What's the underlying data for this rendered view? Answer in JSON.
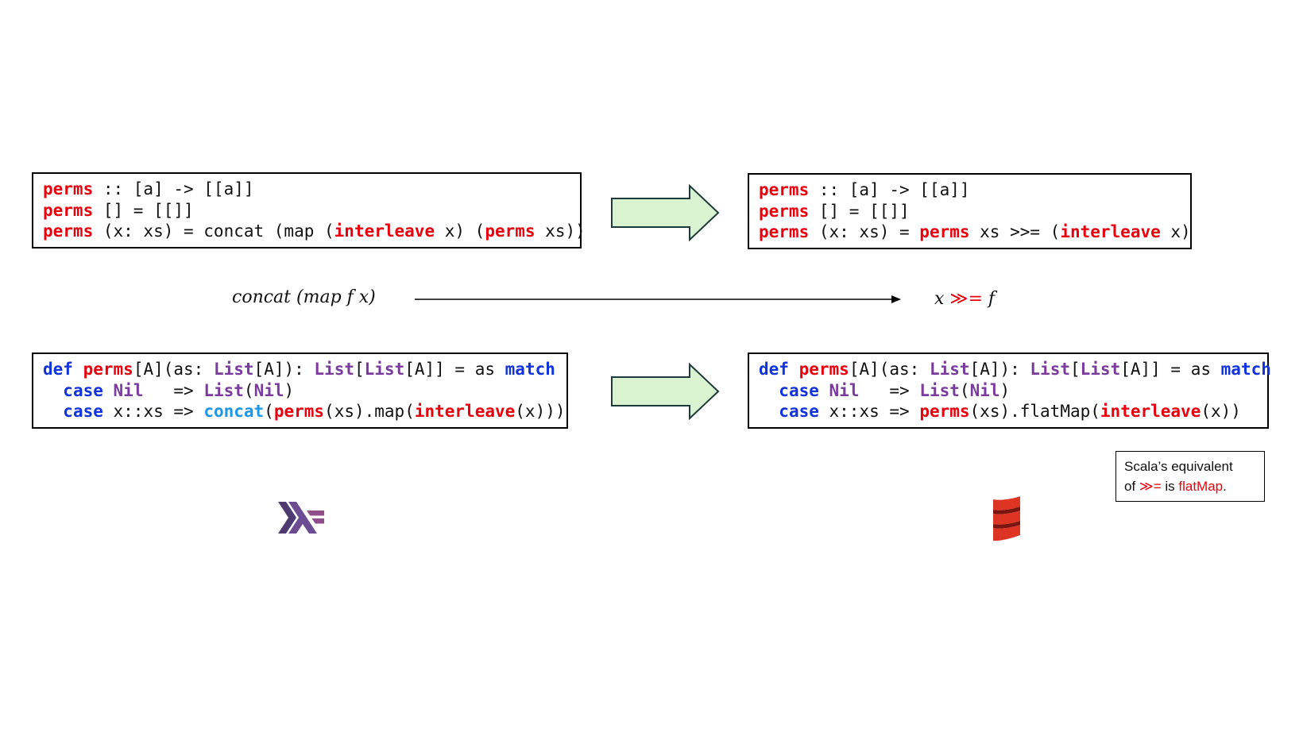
{
  "haskell_before": {
    "lines": [
      [
        {
          "t": "perms",
          "c": "red"
        },
        {
          "t": " :: [a] -> [[a]]",
          "c": "plain"
        }
      ],
      [
        {
          "t": "perms",
          "c": "red"
        },
        {
          "t": " [] = [[]]",
          "c": "plain"
        }
      ],
      [
        {
          "t": "perms",
          "c": "red"
        },
        {
          "t": " (x: xs) = concat (map (",
          "c": "plain"
        },
        {
          "t": "interleave",
          "c": "red"
        },
        {
          "t": " x) (",
          "c": "plain"
        },
        {
          "t": "perms",
          "c": "red"
        },
        {
          "t": " xs))",
          "c": "plain"
        }
      ]
    ]
  },
  "haskell_after": {
    "lines": [
      [
        {
          "t": "perms",
          "c": "red"
        },
        {
          "t": " :: [a] -> [[a]]",
          "c": "plain"
        }
      ],
      [
        {
          "t": "perms",
          "c": "red"
        },
        {
          "t": " [] = [[]]",
          "c": "plain"
        }
      ],
      [
        {
          "t": "perms",
          "c": "red"
        },
        {
          "t": " (x: xs) = ",
          "c": "plain"
        },
        {
          "t": "perms",
          "c": "red"
        },
        {
          "t": " xs >>= (",
          "c": "plain"
        },
        {
          "t": "interleave",
          "c": "red"
        },
        {
          "t": " x)",
          "c": "plain"
        }
      ]
    ]
  },
  "scala_before": {
    "lines": [
      [
        {
          "t": "def",
          "c": "blue"
        },
        {
          "t": " ",
          "c": "plain"
        },
        {
          "t": "perms",
          "c": "red"
        },
        {
          "t": "[A](as: ",
          "c": "plain"
        },
        {
          "t": "List",
          "c": "purple"
        },
        {
          "t": "[A]): ",
          "c": "plain"
        },
        {
          "t": "List",
          "c": "purple"
        },
        {
          "t": "[",
          "c": "plain"
        },
        {
          "t": "List",
          "c": "purple"
        },
        {
          "t": "[A]] = as ",
          "c": "plain"
        },
        {
          "t": "match",
          "c": "blue"
        }
      ],
      [
        {
          "t": "  ",
          "c": "plain"
        },
        {
          "t": "case",
          "c": "blue"
        },
        {
          "t": " ",
          "c": "plain"
        },
        {
          "t": "Nil",
          "c": "purple"
        },
        {
          "t": "   => ",
          "c": "plain"
        },
        {
          "t": "List",
          "c": "purple"
        },
        {
          "t": "(",
          "c": "plain"
        },
        {
          "t": "Nil",
          "c": "purple"
        },
        {
          "t": ")",
          "c": "plain"
        }
      ],
      [
        {
          "t": "  ",
          "c": "plain"
        },
        {
          "t": "case",
          "c": "blue"
        },
        {
          "t": " x::xs => ",
          "c": "plain"
        },
        {
          "t": "concat",
          "c": "cyan"
        },
        {
          "t": "(",
          "c": "plain"
        },
        {
          "t": "perms",
          "c": "red"
        },
        {
          "t": "(xs).map(",
          "c": "plain"
        },
        {
          "t": "interleave",
          "c": "red"
        },
        {
          "t": "(x)))",
          "c": "plain"
        }
      ]
    ]
  },
  "scala_after": {
    "lines": [
      [
        {
          "t": "def",
          "c": "blue"
        },
        {
          "t": " ",
          "c": "plain"
        },
        {
          "t": "perms",
          "c": "red"
        },
        {
          "t": "[A](as: ",
          "c": "plain"
        },
        {
          "t": "List",
          "c": "purple"
        },
        {
          "t": "[A]): ",
          "c": "plain"
        },
        {
          "t": "List",
          "c": "purple"
        },
        {
          "t": "[",
          "c": "plain"
        },
        {
          "t": "List",
          "c": "purple"
        },
        {
          "t": "[A]] = as ",
          "c": "plain"
        },
        {
          "t": "match",
          "c": "blue"
        }
      ],
      [
        {
          "t": "  ",
          "c": "plain"
        },
        {
          "t": "case",
          "c": "blue"
        },
        {
          "t": " ",
          "c": "plain"
        },
        {
          "t": "Nil",
          "c": "purple"
        },
        {
          "t": "   => ",
          "c": "plain"
        },
        {
          "t": "List",
          "c": "purple"
        },
        {
          "t": "(",
          "c": "plain"
        },
        {
          "t": "Nil",
          "c": "purple"
        },
        {
          "t": ")",
          "c": "plain"
        }
      ],
      [
        {
          "t": "  ",
          "c": "plain"
        },
        {
          "t": "case",
          "c": "blue"
        },
        {
          "t": " x::xs => ",
          "c": "plain"
        },
        {
          "t": "perms",
          "c": "red"
        },
        {
          "t": "(xs).flatMap(",
          "c": "plain"
        },
        {
          "t": "interleave",
          "c": "red"
        },
        {
          "t": "(x))",
          "c": "plain"
        }
      ]
    ]
  },
  "math": {
    "left": "concat (map f x)",
    "right_x": "x ",
    "right_op": "≫=",
    "right_f": " f"
  },
  "note": {
    "line1": "Scala’s equivalent",
    "line2_prefix": "of ",
    "line2_op": "≫=",
    "line2_mid": " is ",
    "line2_word": "flatMap",
    "line2_suffix": "."
  },
  "logos": {
    "haskell": "haskell-logo",
    "scala": "scala-logo"
  },
  "colors": {
    "red": "#e8000c",
    "blue": "#1133dd",
    "purple": "#7a3a9e",
    "cyan": "#1e96e8",
    "arrow_fill": "#d9f2d0",
    "arrow_stroke": "#1f3a3a",
    "haskell_dark": "#4e3b72",
    "haskell_light": "#8f4e8b",
    "scala_red": "#de3423"
  }
}
